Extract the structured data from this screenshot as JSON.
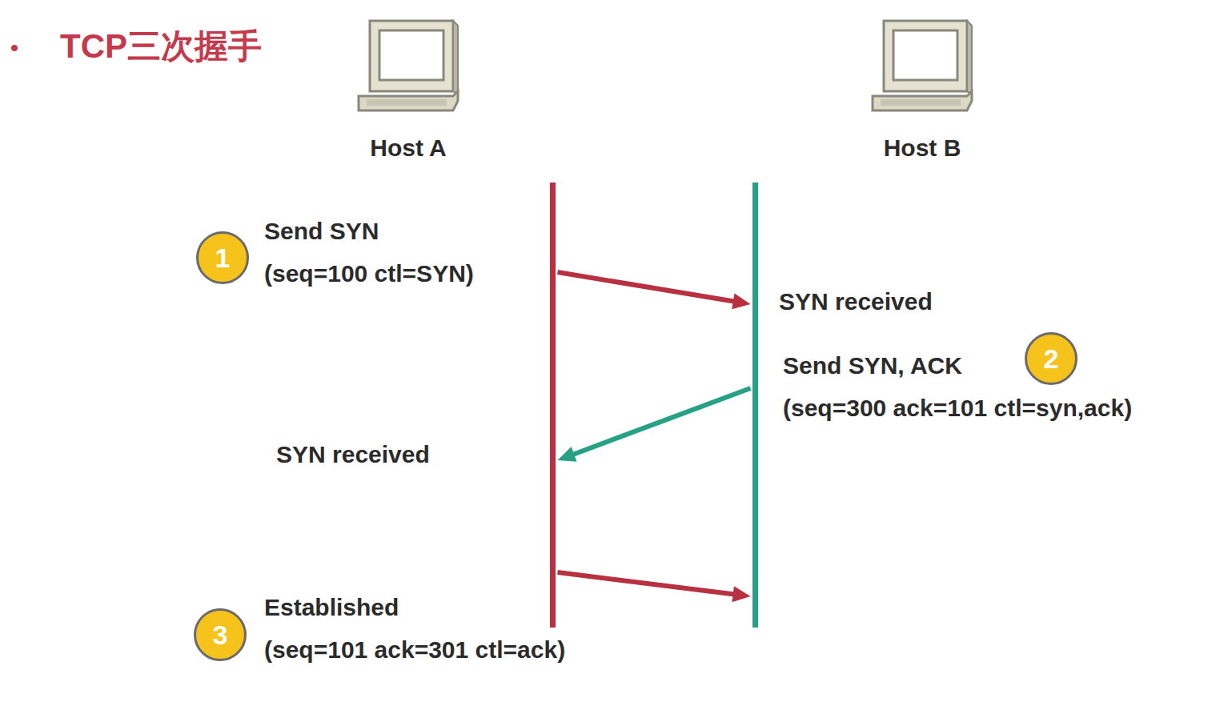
{
  "diagram": {
    "title": "TCP三次握手",
    "nodes": [
      {
        "text": [
          "Host A"
        ]
      },
      {
        "text": [
          "Host B"
        ]
      },
      {
        "text": [
          "1"
        ]
      },
      {
        "text": [
          "2"
        ]
      },
      {
        "text": [
          "3"
        ]
      }
    ],
    "edges": [
      {
        "from": 0,
        "to": 1,
        "arrow": "to"
      },
      {
        "from": 1,
        "to": 0,
        "arrow": "to"
      },
      {
        "from": 0,
        "to": 1,
        "arrow": "to"
      }
    ],
    "labels": [
      "Send SYN",
      "(seq=100 ctl=SYN)",
      "SYN received",
      "Send SYN, ACK",
      "(seq=300 ack=101 ctl=syn,ack)",
      "SYN received",
      "Established",
      "(seq=101 ack=301 ctl=ack)"
    ]
  }
}
